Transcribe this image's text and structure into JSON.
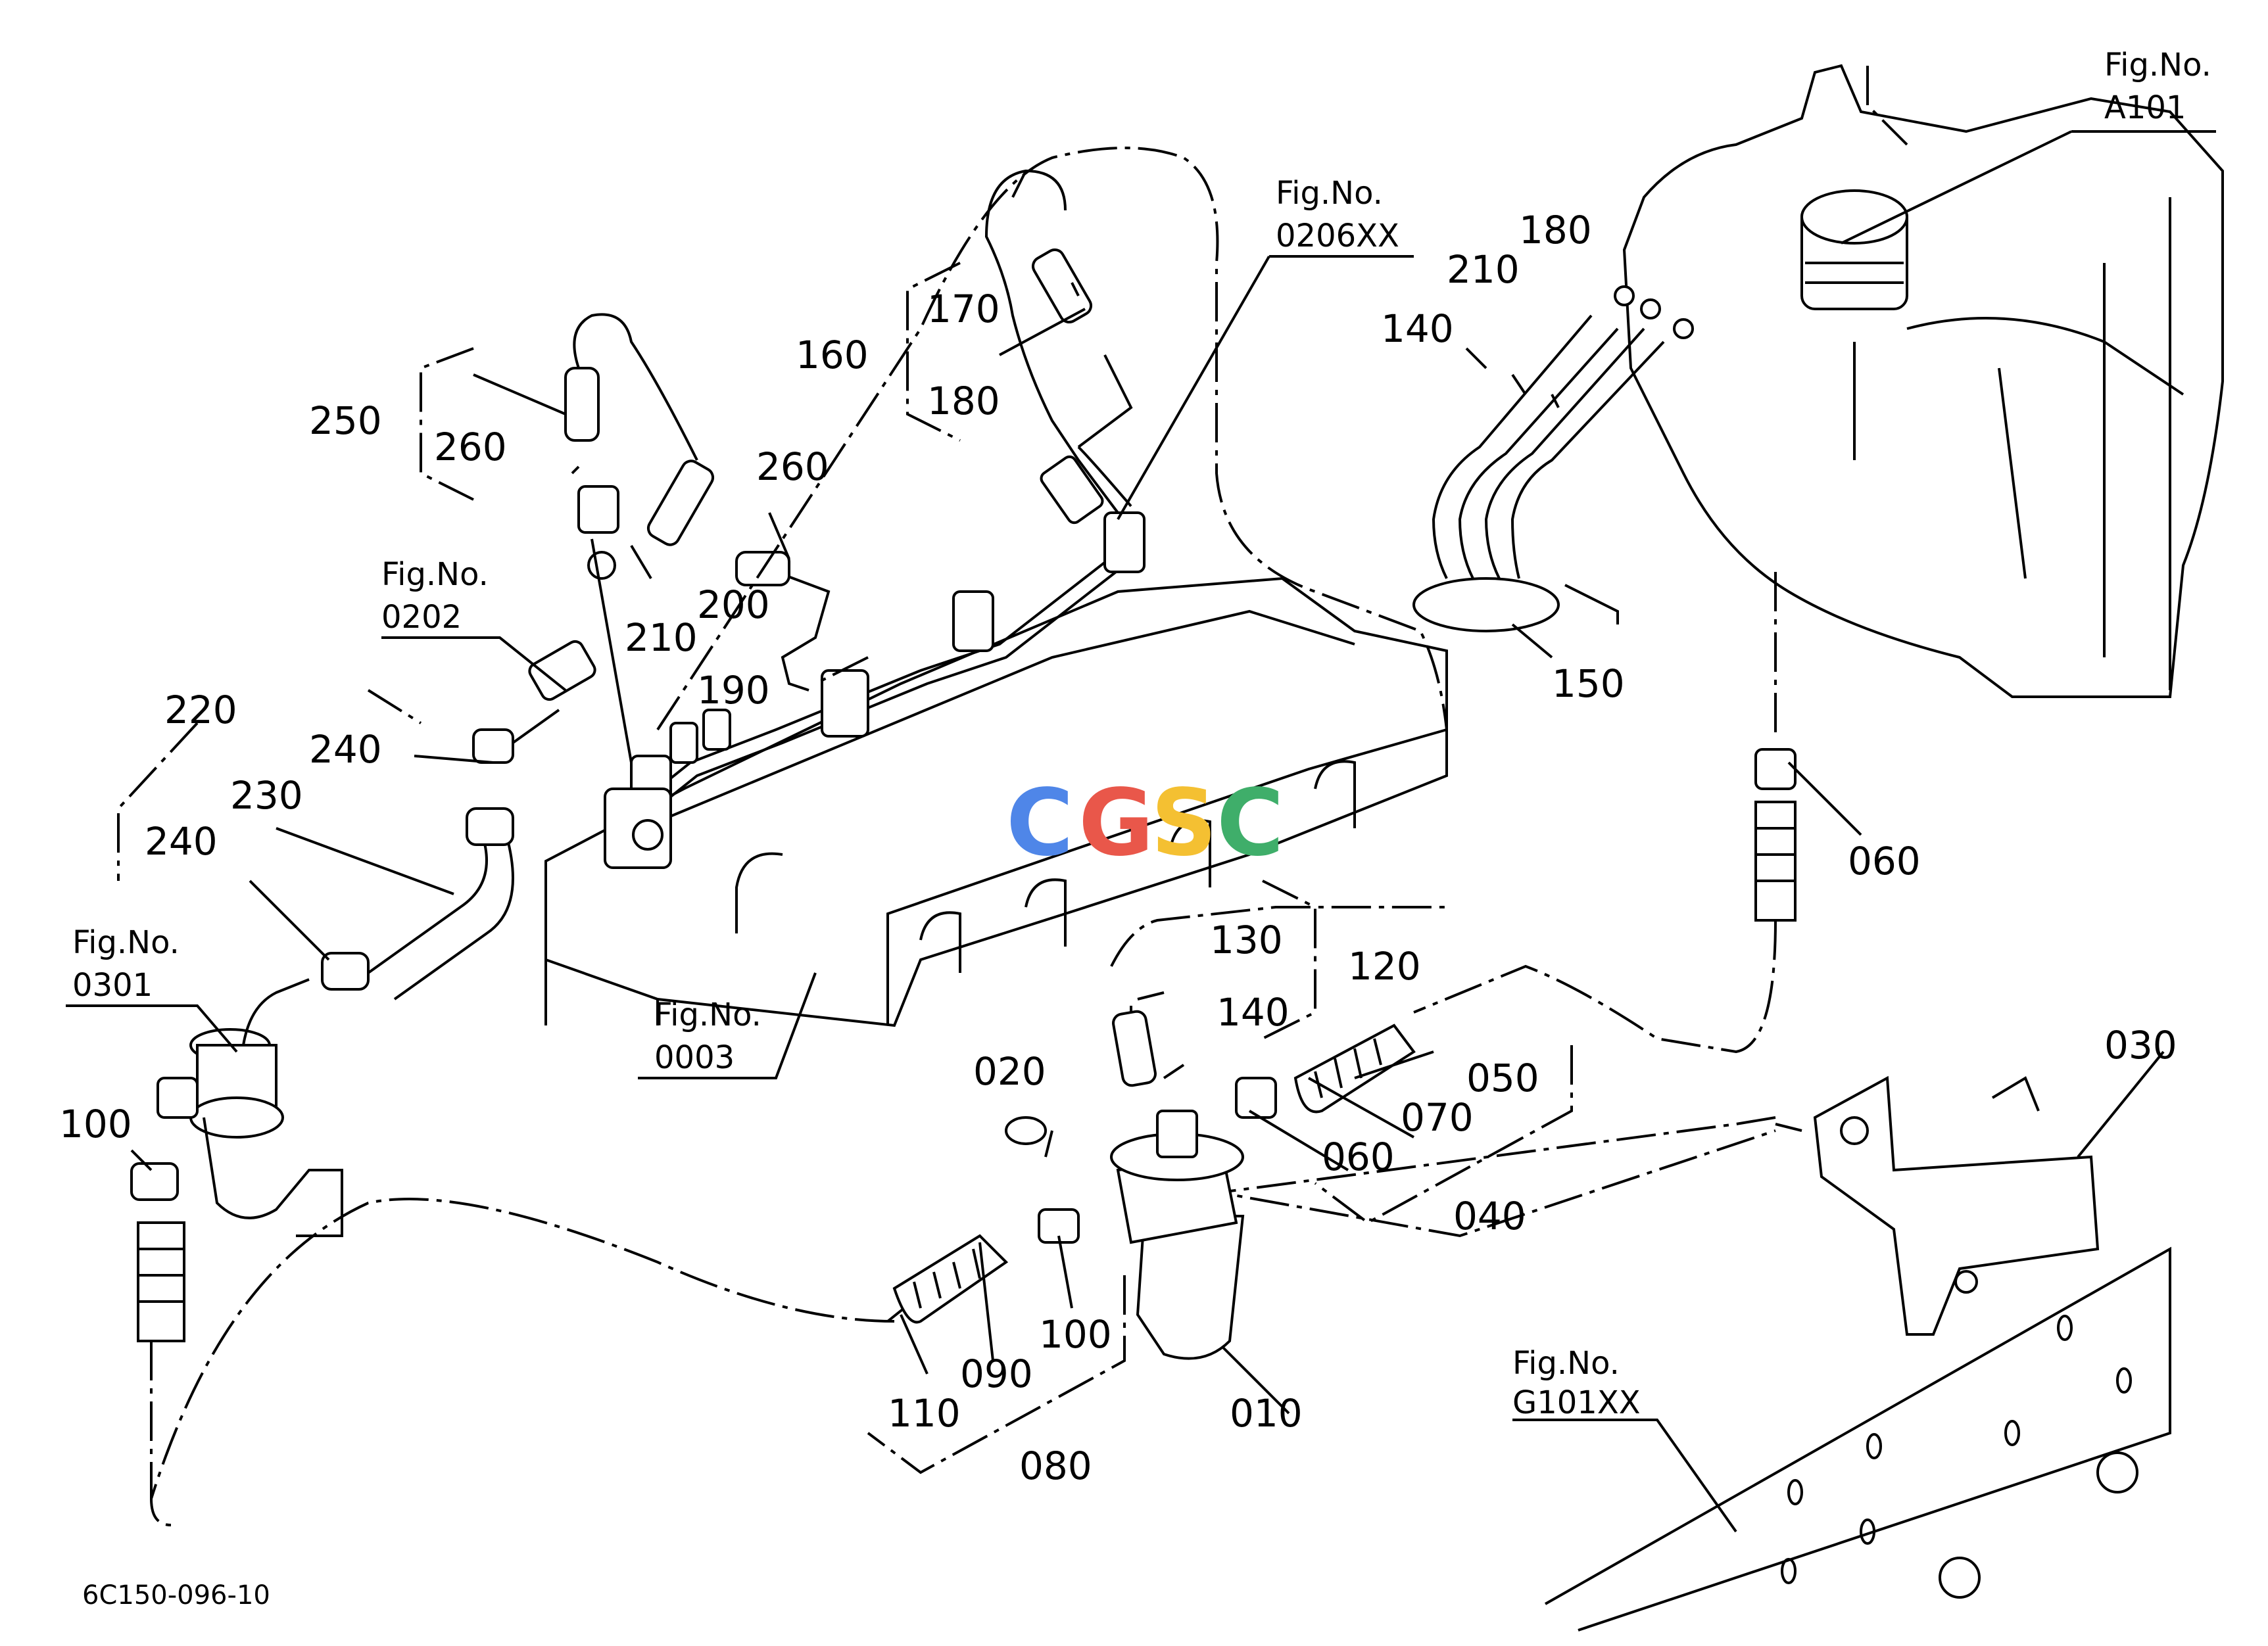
{
  "watermark": {
    "letters": [
      "C",
      "G",
      "S",
      "C"
    ],
    "colors": [
      "#4f86e8",
      "#e9574a",
      "#f4c032",
      "#3fae6a"
    ]
  },
  "diagram_id": "6C150-096-10",
  "part_numbers": {
    "p010": "010",
    "p020": "020",
    "p030": "030",
    "p040": "040",
    "p050": "050",
    "p060a": "060",
    "p060b": "060",
    "p070": "070",
    "p080": "080",
    "p090": "090",
    "p100a": "100",
    "p100b": "100",
    "p110": "110",
    "p120": "120",
    "p130": "130",
    "p140a": "140",
    "p140b": "140",
    "p150": "150",
    "p160": "160",
    "p170": "170",
    "p180a": "180",
    "p180b": "180",
    "p190": "190",
    "p200": "200",
    "p210a": "210",
    "p210b": "210",
    "p220": "220",
    "p230": "230",
    "p240a": "240",
    "p240b": "240",
    "p250": "250",
    "p260a": "260",
    "p260b": "260"
  },
  "fig_refs": {
    "a101": {
      "label": "Fig.No.",
      "value": "A101"
    },
    "f0206": {
      "label": "Fig.No.",
      "value": "0206XX"
    },
    "f0202": {
      "label": "Fig.No.",
      "value": "0202"
    },
    "f0301": {
      "label": "Fig.No.",
      "value": "0301"
    },
    "f0003": {
      "label": "Fig.No.",
      "value": "0003"
    },
    "g101": {
      "label": "Fig.No.",
      "value": "G101XX"
    }
  }
}
